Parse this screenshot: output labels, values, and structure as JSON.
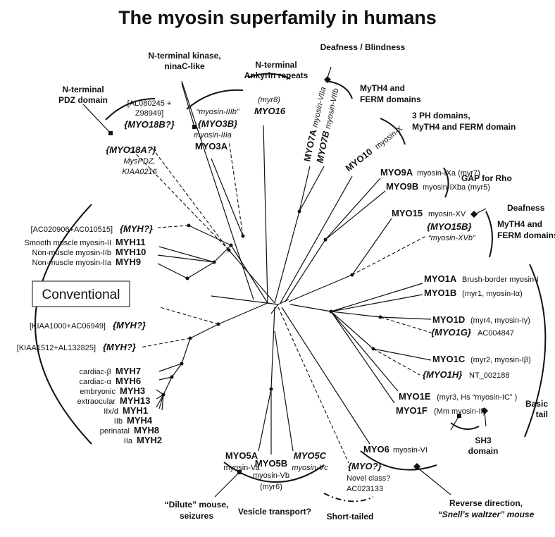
{
  "title": "The myosin superfamily in humans",
  "conventional_box": "Conventional",
  "domains": {
    "pdz": [
      "N-terminal",
      "PDZ domain"
    ],
    "kinase": [
      "N-terminal kinase,",
      "ninaC-like"
    ],
    "ankyrin": [
      "N-terminal",
      "Ankyrin repeats"
    ],
    "deafness_blindness": "Deafness / Blindness",
    "myth4_ferm_1": [
      "MyTH4 and",
      "FERM domains"
    ],
    "ph": [
      "3 PH domains,",
      "MyTH4 and FERM domain"
    ],
    "gap": "GAP for Rho",
    "deafness": "Deafness",
    "myth4_ferm_2": [
      "MyTH4 and",
      "FERM domains"
    ],
    "basic_tail": [
      "Basic",
      "tail"
    ],
    "sh3": [
      "SH3",
      "domain"
    ],
    "reverse": [
      "Reverse direction,",
      "“Snell’s waltzer” mouse"
    ],
    "short_tailed": "Short-tailed",
    "vesicle": "Vesicle transport?",
    "dilute": [
      "“Dilute” mouse,",
      "seizures"
    ]
  },
  "labels": {
    "myo18b_acc": [
      "[AL080245 +",
      "Z98949]"
    ],
    "myo18b": "{MYO18B?}",
    "myo18a": "{MYO18A?}",
    "myo18a_alias": [
      "MysPDZ,",
      "KIAA0216"
    ],
    "myo3b_alias": "“myosin-IIIb”",
    "myo3b": "{MYO3B}",
    "myo3a_alias": "myosin-IIIa",
    "myo3a": "MYO3A",
    "myr8": "(myr8)",
    "myo16": "MYO16",
    "myo7a": "MYO7A",
    "myo7a_alias": "myosin-VIIa",
    "myo7b": "MYO7B",
    "myo7b_alias": "myosin-VIIb",
    "myo10": "MYO10",
    "myo10_alias": "myosin-X",
    "myo9a": "MYO9A",
    "myo9a_alias": "myosin-IXa (myr7)",
    "myo9b": "MYO9B",
    "myo9b_alias": "myosin-IXba (myr5)",
    "myo15": "MYO15",
    "myo15_alias": "myosin-XV",
    "myo15b": "{MYO15B}",
    "myo15b_alias": "“myosin-XVb”",
    "myo1a": "MYO1A",
    "myo1a_alias": "Brush-border myosin-I",
    "myo1b": "MYO1B",
    "myo1b_alias": "(myr1, myosin-Iα)",
    "myo1d": "MYO1D",
    "myo1d_alias": "(myr4, myosin-Iγ)",
    "myo1g": "{MYO1G}",
    "myo1g_alias": "AC004847",
    "myo1c": "MYO1C",
    "myo1c_alias": "(myr2, myosin-Iβ)",
    "myo1h": "{MYO1H}",
    "myo1h_alias": "NT_002188",
    "myo1e": "MYO1E",
    "myo1e_alias": "(myr3, Hs “myosin-IC” )",
    "myo1f": "MYO1F",
    "myo1f_alias": "(Mm myosin-If)",
    "myo6": "MYO6",
    "myo6_alias": "myosin-VI",
    "myoq": "{MYO?}",
    "myoq_alias": [
      "Novel class?",
      "AC023133"
    ],
    "myo5a": "MYO5A",
    "myo5a_alias": "myosin-Va",
    "myo5b": "MYO5B",
    "myo5b_alias": [
      "myosin-Vb",
      "(myr6)"
    ],
    "myo5c": "MYO5C",
    "myo5c_alias": "myosin-Vc",
    "myh_a_acc": "[AC020906+AC010515]",
    "myh_a": "{MYH?}",
    "myh11_alias": "Smooth muscle myosin-II",
    "myh11": "MYH11",
    "myh10_alias": "Non-muscle myosin-IIb",
    "myh10": "MYH10",
    "myh9_alias": "Non-muscle myosin-IIa",
    "myh9": "MYH9",
    "myh_b_acc": "[KIAA1000+AC06949]",
    "myh_b": "{MYH?}",
    "myh_c_acc": "[KIAA1512+AL132825]",
    "myh_c": "{MYH?}",
    "myh7_alias": "cardiac-β",
    "myh7": "MYH7",
    "myh6_alias": "cardiac-α",
    "myh6": "MYH6",
    "myh3_alias": "embryonic",
    "myh3": "MYH3",
    "myh13_alias": "extraocular",
    "myh13": "MYH13",
    "myh1_alias": "IIx/d",
    "myh1": "MYH1",
    "myh4_alias": "IIb",
    "myh4": "MYH4",
    "myh8_alias": "perinatal",
    "myh8": "MYH8",
    "myh2_alias": "IIa",
    "myh2": "MYH2"
  }
}
